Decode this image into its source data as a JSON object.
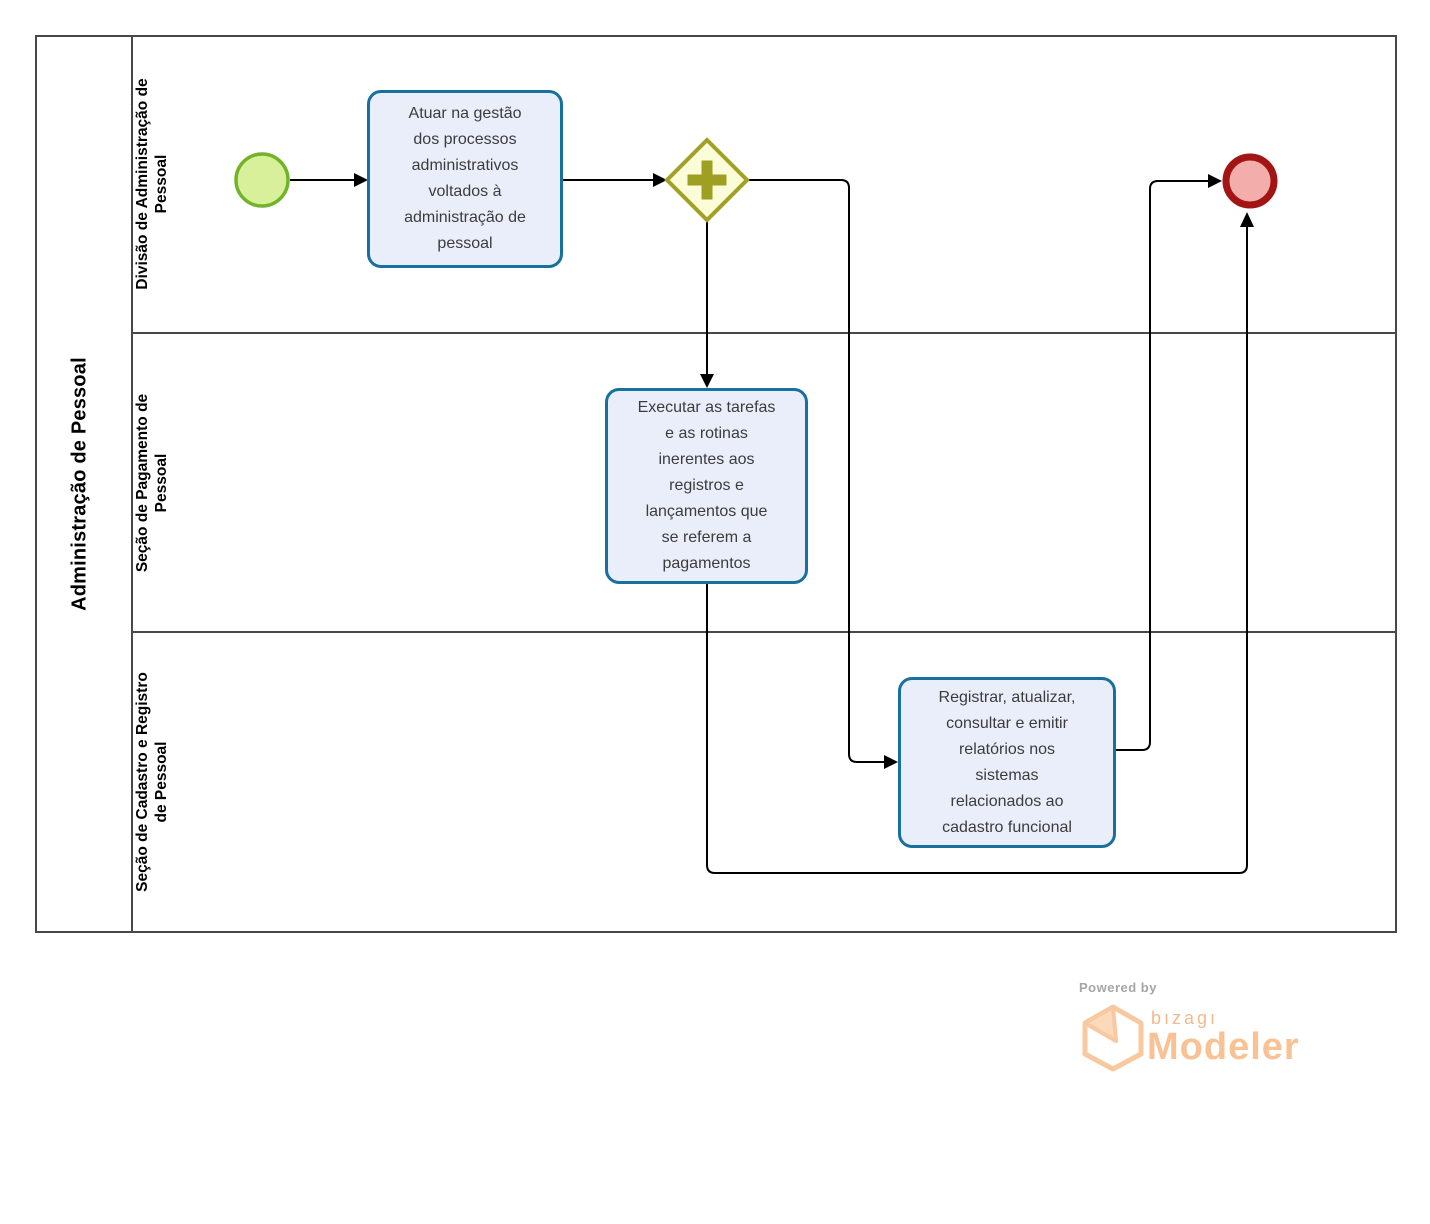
{
  "pool": {
    "title": "Administração de Pessoal",
    "lanes": [
      "Divisão de Administração de\nPessoal",
      "Seção de Pagamento de\nPessoal",
      "Seção de Cadastro e Registro\nde Pessoal"
    ]
  },
  "tasks": {
    "task1": "Atuar na gestão\ndos processos\nadministrativos\nvoltados à\nadministração de\npessoal",
    "task2": "Executar as tarefas\ne as rotinas\ninerentes aos\nregistros e\nlançamentos  que\nse referem a\npagamentos",
    "task3": "Registrar, atualizar,\nconsultar e emitir\nrelatórios nos\nsistemas\nrelacionados ao\ncadastro funcional"
  },
  "nodes": {
    "start_event": "start-event",
    "parallel_gateway": "parallel-gateway",
    "end_event": "end-event"
  },
  "footer": {
    "powered_by": "Powered by",
    "brand": "bızagı",
    "product": "Modeler"
  },
  "colors": {
    "task_fill": "#EAEEFB",
    "task_border": "#17709D",
    "start_fill": "#D9F09B",
    "start_border": "#72B32A",
    "gateway_fill": "#FBFCD8",
    "gateway_border": "#A0A125",
    "end_fill": "#F3AEAB",
    "end_border": "#A31414",
    "flow_line": "#000000",
    "pool_border": "#484848",
    "logo_orange": "#F8C89E",
    "powered_by_gray": "#A6A6A6"
  }
}
